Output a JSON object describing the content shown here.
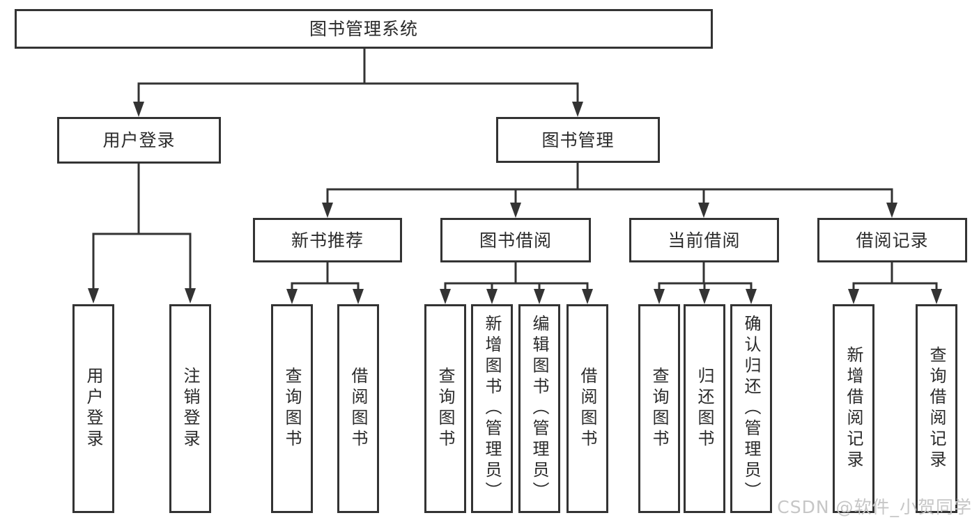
{
  "diagram": {
    "root_label": "图书管理系统",
    "level2": {
      "user_login": "用户登录",
      "book_mgmt": "图书管理"
    },
    "level3": {
      "new_books": "新书推荐",
      "book_borrow": "图书借阅",
      "current_borrow": "当前借阅",
      "borrow_records": "借阅记录"
    },
    "leaves": {
      "user_login": [
        "用户登录",
        "注销登录"
      ],
      "new_books": [
        "查询图书",
        "借阅图书"
      ],
      "book_borrow": [
        "查询图书",
        "新增图书（管理员）",
        "编辑图书（管理员）",
        "借阅图书"
      ],
      "current_borrow": [
        "查询图书",
        "归还图书",
        "确认归还（管理员）"
      ],
      "borrow_records": [
        "新增借阅记录",
        "查询借阅记录"
      ]
    },
    "watermark": "CSDN @软件_小贺同学"
  },
  "colors": {
    "line": "#333333",
    "text": "#2a2a2a",
    "watermark": "#c6c6c6",
    "background": "#ffffff"
  }
}
